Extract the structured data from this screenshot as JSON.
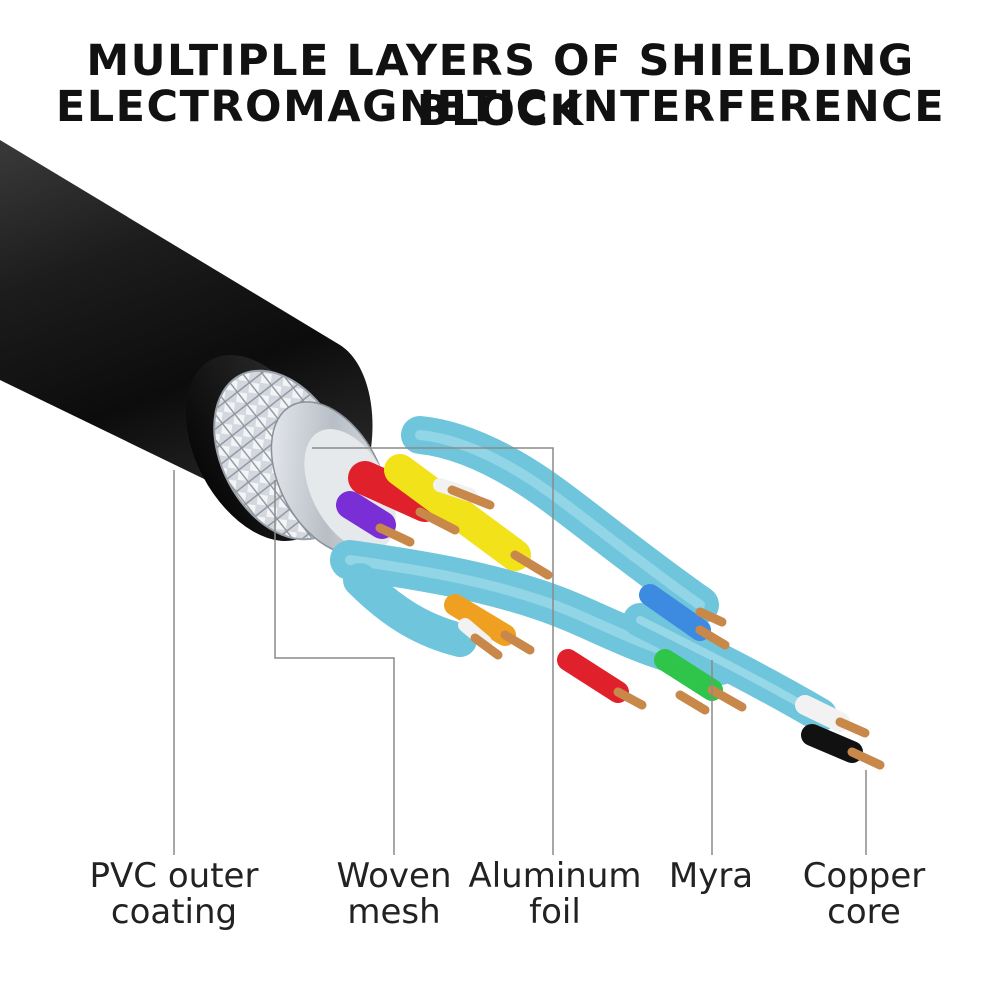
{
  "title": {
    "line1": "MULTIPLE LAYERS OF SHIELDING BLOCK",
    "line2": "ELECTROMAGNETIC INTERFERENCE"
  },
  "labels": [
    {
      "id": "pvc",
      "line1": "PVC outer",
      "line2": "coating"
    },
    {
      "id": "mesh",
      "line1": "Woven",
      "line2": "mesh"
    },
    {
      "id": "foil",
      "line1": "Aluminum",
      "line2": "foil"
    },
    {
      "id": "myra",
      "line1": "Myra",
      "line2": ""
    },
    {
      "id": "copper",
      "line1": "Copper",
      "line2": "core"
    }
  ],
  "colors": {
    "jacket": "#1b1b1b",
    "mesh": "#c9ced6",
    "foil": "#d9dde2",
    "pair_wrap": "#6fc6dc",
    "wire_red": "#e0202a",
    "wire_yellow": "#f2e21a",
    "wire_purple": "#7a2fd6",
    "wire_orange": "#f0a020",
    "wire_blue": "#3d8be0",
    "wire_green": "#2fc44a",
    "wire_black": "#111111",
    "copper": "#c8884a"
  }
}
